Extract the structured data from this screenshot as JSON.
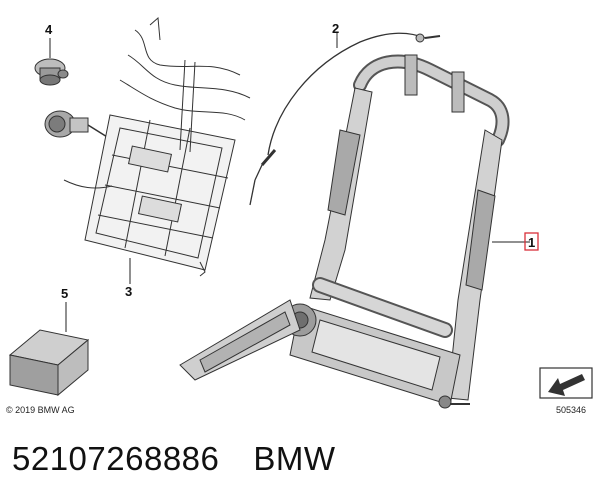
{
  "callouts": [
    {
      "id": "c4",
      "label": "4"
    },
    {
      "id": "c2",
      "label": "2"
    },
    {
      "id": "c1",
      "label": "1"
    },
    {
      "id": "c5",
      "label": "5"
    },
    {
      "id": "c3",
      "label": "3"
    }
  ],
  "copyright": "© 2019 BMW AG",
  "diagram_ref": "505346",
  "caption": {
    "part_number": "52107268886",
    "brand": "BMW"
  },
  "colors": {
    "highlight": "#d9303a",
    "line": "#222222",
    "frame_fill": "#d6d6d6",
    "frame_dark": "#8f8f8f"
  }
}
